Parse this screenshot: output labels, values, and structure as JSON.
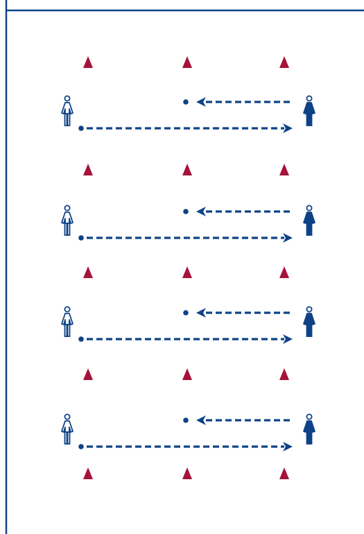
{
  "colors": {
    "line": "#0e4287",
    "cone": "#a5123a",
    "background": "#ffffff"
  },
  "icons": {
    "cone": "cone-icon",
    "player_open": "player-outline-icon",
    "player_filled": "player-filled-icon",
    "ball": "ball-icon"
  },
  "drill": {
    "rows": 4,
    "cones_per_row": 3,
    "cone_rows": 5,
    "pass_line_style": "dashed",
    "return_line_style": "dashed"
  }
}
